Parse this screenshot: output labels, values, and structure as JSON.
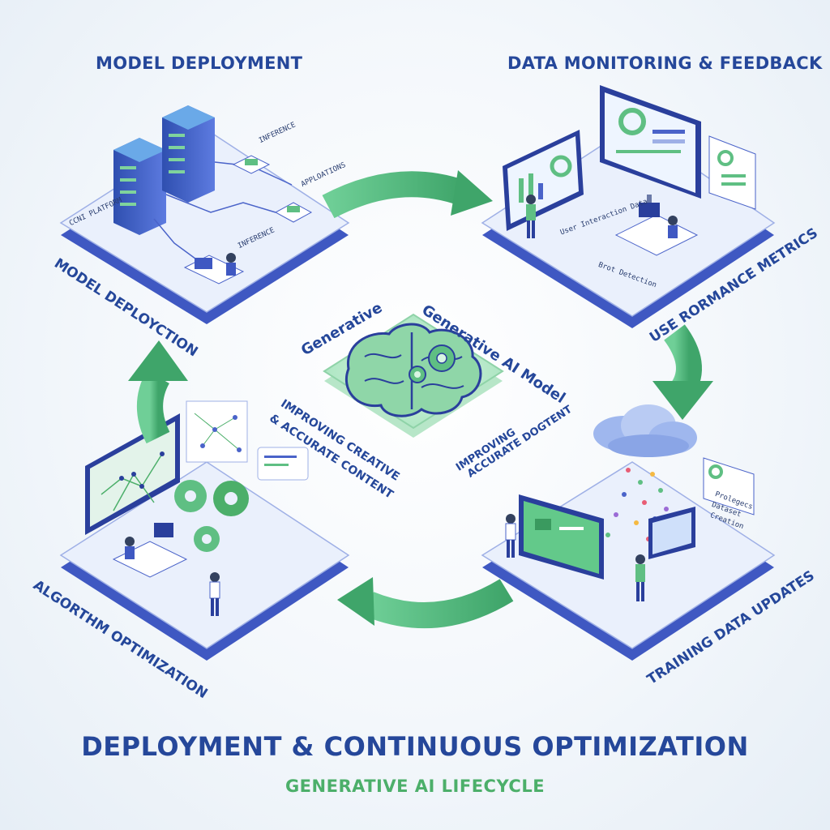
{
  "title": "DEPLOYMENT & CONTINUOUS OPTIMIZATION",
  "subtitle": "GENERATIVE AI LIFECYCLE",
  "center": {
    "label_left": "Generative",
    "label_right": "Generative AI Model",
    "caption_left": [
      "IMPROVING CREATIVE",
      "& ACCURATE CONTENT"
    ],
    "caption_right": [
      "IMPROVING",
      "ACCURATE DOGTENT"
    ]
  },
  "stages": {
    "model_deployment": {
      "heading": "MODEL DEPLOYMENT",
      "side_label": "MODEL DEPLOYCTION",
      "tags": [
        "INFERENCE",
        "APPLOATIONS",
        "INFERENCE",
        "CCNI PLATFORM"
      ]
    },
    "data_monitoring": {
      "heading": "DATA MONITORING & FEEDBACK",
      "side_label": "USE RORMANCE METRICS",
      "tags": [
        "User Interaction Data",
        "Brot Detection"
      ]
    },
    "training_data": {
      "side_label": "TRAINING DATA UPDATES",
      "tags": [
        "Prolegecs",
        "Dataset",
        "Creation"
      ]
    },
    "algorithm_optimization": {
      "side_label": "ALGORTHM OPTIMIZATION"
    }
  },
  "colors": {
    "primary_blue": "#25479a",
    "accent_green": "#4caf6a",
    "platform": "#e9eefb",
    "platform_edge": "#4a63c9"
  }
}
